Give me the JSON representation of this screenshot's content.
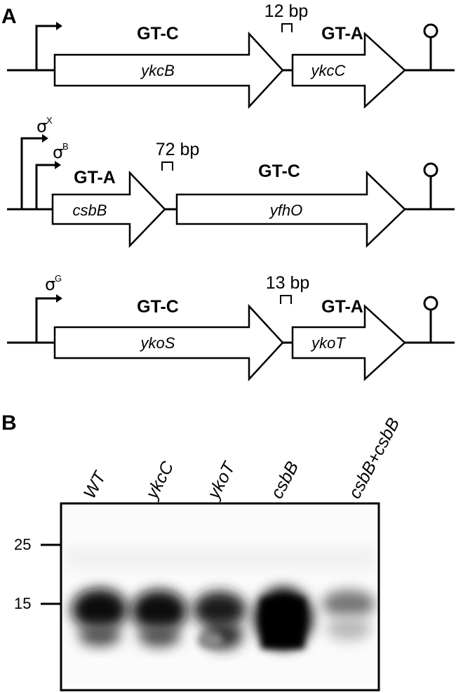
{
  "panel_a": {
    "label": "A",
    "operons": [
      {
        "gap": "12 bp",
        "sigma": null,
        "genes": [
          {
            "domain": "GT-C",
            "name": "ykcB"
          },
          {
            "domain": "GT-A",
            "name": "ykcC"
          }
        ]
      },
      {
        "gap": "72 bp",
        "sigma": [
          {
            "symbol": "σ",
            "sup": "X"
          },
          {
            "symbol": "σ",
            "sup": "B"
          }
        ],
        "genes": [
          {
            "domain": "GT-A",
            "name": "csbB"
          },
          {
            "domain": "GT-C",
            "name": "yfhO"
          }
        ]
      },
      {
        "gap": "13 bp",
        "sigma": [
          {
            "symbol": "σ",
            "sup": "G"
          }
        ],
        "genes": [
          {
            "domain": "GT-C",
            "name": "ykoS"
          },
          {
            "domain": "GT-A",
            "name": "ykoT"
          }
        ]
      }
    ]
  },
  "panel_b": {
    "label": "B",
    "lanes": [
      "WT",
      "ykcC",
      "ykoT",
      "csbB",
      "csbB+csbB"
    ],
    "markers": [
      "25",
      "15"
    ]
  }
}
